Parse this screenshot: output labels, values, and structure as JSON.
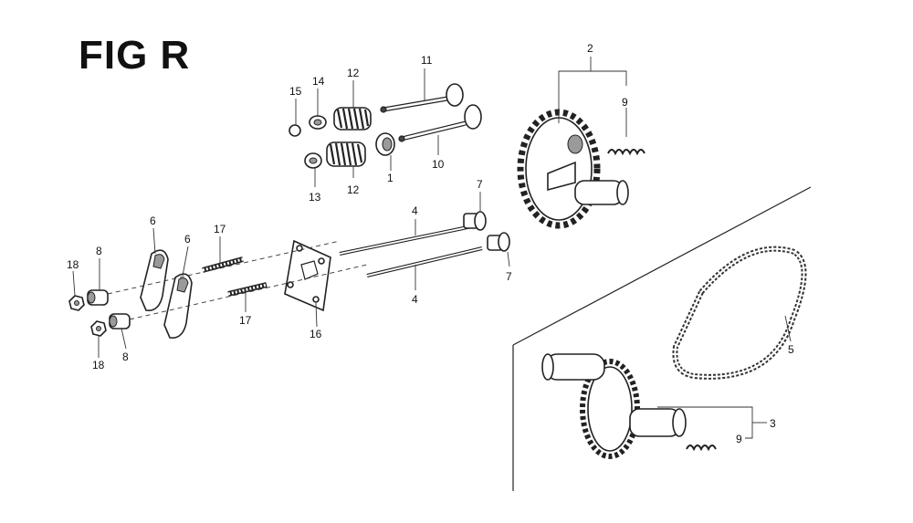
{
  "figure": {
    "title": "FIG R"
  },
  "callouts": {
    "c1": "1",
    "c2": "2",
    "c3": "3",
    "c4a": "4",
    "c4b": "4",
    "c5": "5",
    "c6a": "6",
    "c6b": "6",
    "c7a": "7",
    "c7b": "7",
    "c8a": "8",
    "c8b": "8",
    "c9a": "9",
    "c9b": "9",
    "c10": "10",
    "c11": "11",
    "c12a": "12",
    "c12b": "12",
    "c13": "13",
    "c14": "14",
    "c15": "15",
    "c16": "16",
    "c17a": "17",
    "c17b": "17",
    "c18a": "18",
    "c18b": "18"
  }
}
